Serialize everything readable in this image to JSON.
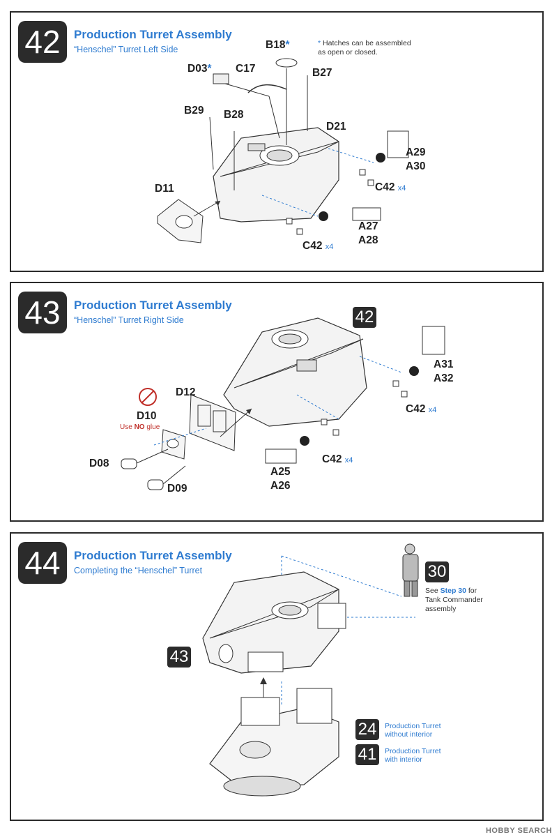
{
  "steps": [
    {
      "number": "42",
      "title": "Production Turret Assembly",
      "subtitle": "“Henschel” Turret Left Side",
      "note": "Hatches can be assembled as open or closed.",
      "note_star": "*",
      "parts": {
        "b18": "B18",
        "d03": "D03",
        "c17": "C17",
        "b27": "B27",
        "b29": "B29",
        "b28": "B28",
        "d21": "D21",
        "a29": "A29",
        "a30": "A30",
        "c42a": "C42",
        "c42a_qty": "x4",
        "d11": "D11",
        "a27": "A27",
        "a28": "A28",
        "c42b": "C42",
        "c42b_qty": "x4"
      }
    },
    {
      "number": "43",
      "title": "Production Turret Assembly",
      "subtitle": "“Henschel” Turret Right Side",
      "ref": "42",
      "glue_prefix": "Use",
      "glue_bold": "NO",
      "glue_suffix": "glue",
      "parts": {
        "d12": "D12",
        "d10": "D10",
        "a31": "A31",
        "a32": "A32",
        "c42a": "C42",
        "c42a_qty": "x4",
        "d08": "D08",
        "d09": "D09",
        "c42b": "C42",
        "c42b_qty": "x4",
        "a25": "A25",
        "a26": "A26"
      }
    },
    {
      "number": "44",
      "title": "Production Turret Assembly",
      "subtitle": "Completing the “Henschel” Turret",
      "ref_main": "43",
      "ref_figure": "30",
      "figure_note_prefix": "See",
      "figure_note_bold": "Step 30",
      "figure_note_suffix": "for Tank Commander assembly",
      "alt_refs": [
        {
          "num": "24",
          "text1": "Production Turret",
          "text2": "without interior"
        },
        {
          "num": "41",
          "text1": "Production Turret",
          "text2": "with interior"
        }
      ]
    }
  ],
  "watermark": "HOBBY SEARCH",
  "colors": {
    "accent": "#2e7bd0",
    "dark": "#2b2b2b",
    "warning": "#c0302a"
  }
}
